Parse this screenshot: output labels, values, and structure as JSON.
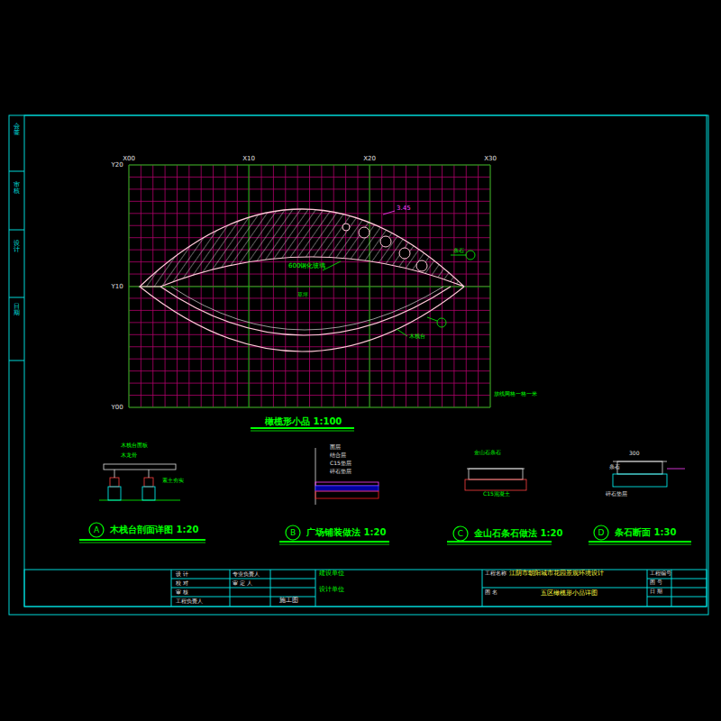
{
  "diagram": {
    "title": "橄榄形小品 1:100",
    "nodes": [
      {
        "text": [
          "A",
          "木栈台剖面详图 1:20"
        ]
      },
      {
        "text": [
          "B",
          "广场铺装做法 1:20"
        ]
      },
      {
        "text": [
          "C",
          "金山石条石做法 1:20"
        ]
      },
      {
        "text": [
          "D",
          "条石断面 1:30"
        ]
      }
    ],
    "labels": [
      "X00",
      "X10",
      "X20",
      "X30",
      "Y20",
      "Y10",
      "Y00",
      "3.45",
      "600钢化玻璃",
      "草坪",
      "木栈台",
      "条石",
      "放线网格一格一米",
      "木栈台面板",
      "木龙骨",
      "素土夯实",
      "面层",
      "结合层",
      "C15垫层",
      "碎石垫层",
      "金山石条石",
      "C15混凝土",
      "300",
      "条石",
      "碎石垫层",
      "设 计",
      "校 对",
      "审 核",
      "专业负责人",
      "审 定 人",
      "工程负责人",
      "施工图",
      "建设单位",
      "设计单位",
      "工程名称",
      "江阴市朝阳城市花园景观环境设计",
      "图 名",
      "五区橄榄形小品详图",
      "工程编号",
      "图 号",
      "日 期",
      "会签",
      "审核",
      "设计",
      "日期"
    ]
  }
}
